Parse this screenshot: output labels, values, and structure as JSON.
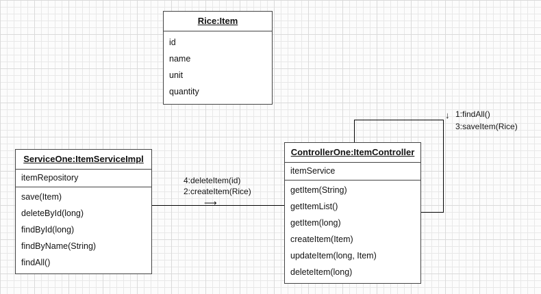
{
  "colors": {
    "box-border": "#424242",
    "line": "#000000",
    "text": "#111111",
    "grid-minor": "#e8e8e8",
    "grid-major": "#dadada",
    "canvas-bg": "#fcfcfc",
    "box-bg": "#ffffff"
  },
  "classes": {
    "rice": {
      "title": "Rice:Item",
      "attributes": [
        "id",
        "name",
        "unit",
        "quantity"
      ]
    },
    "service": {
      "title": "ServiceOne:ItemServiceImpl",
      "field": "itemRepository",
      "methods": [
        "save(Item)",
        "deleteById(long)",
        "findById(long)",
        "findByName(String)",
        "findAll()"
      ]
    },
    "controller": {
      "title": "ControllerOne:ItemController",
      "field": "itemService",
      "methods": [
        "getItem(String)",
        "getItemList()",
        "getItem(long)",
        "createItem(Item)",
        "updateItem(long, Item)",
        "deleteItem(long)"
      ]
    }
  },
  "messages": {
    "left": {
      "line1": "4:deleteItem(id)",
      "line2": "2:createItem(Rice)",
      "arrow": "⟶"
    },
    "right": {
      "arrow": "↓",
      "line1": "1:findAll()",
      "line2": "3:saveItem(Rice)"
    }
  }
}
